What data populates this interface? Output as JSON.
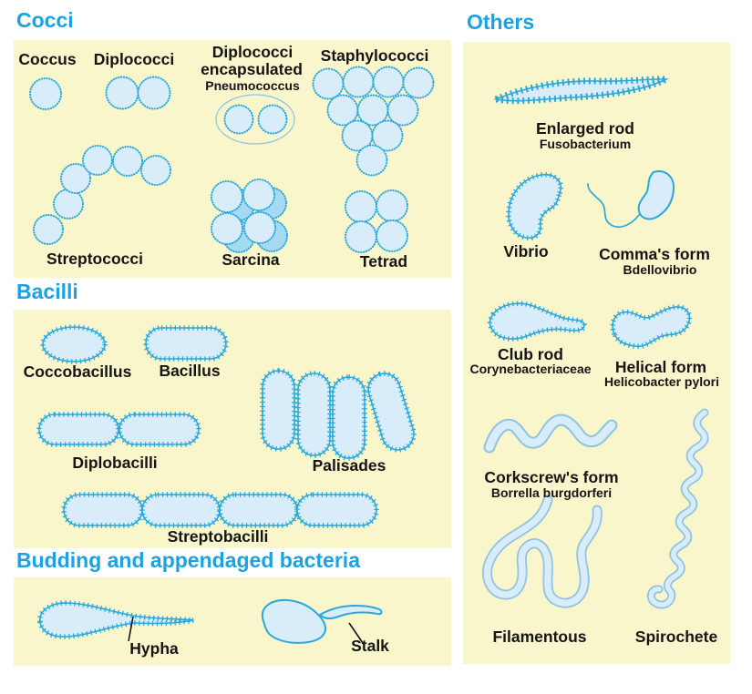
{
  "palette": {
    "section_header_blue": "#1BA2E0",
    "panel_yellow": "#FAF6CC",
    "shape_fill_light": "#D8EDF9",
    "shape_fill_dark": "#A6DAF3",
    "shape_stroke_cyan": "#2AA8DC",
    "soft_tube_stroke": "#8FC3E3",
    "label_black": "#151515"
  },
  "sections": {
    "cocci": {
      "title": "Cocci",
      "items": {
        "coccus": "Coccus",
        "diplococci": "Diplococci",
        "diplococci_encapsulated_line1": "Diplococci",
        "diplococci_encapsulated_line2": "encapsulated",
        "pneumococcus": "Pneumococcus",
        "staphylococci": "Staphylococci",
        "streptococci": "Streptococci",
        "sarcina": "Sarcina",
        "tetrad": "Tetrad"
      }
    },
    "bacilli": {
      "title": "Bacilli",
      "items": {
        "coccobacillus": "Coccobacillus",
        "bacillus": "Bacillus",
        "diplobacilli": "Diplobacilli",
        "palisades": "Palisades",
        "streptobacilli": "Streptobacilli"
      }
    },
    "budding": {
      "title": "Budding and appendaged bacteria",
      "items": {
        "hypha": "Hypha",
        "stalk": "Stalk"
      }
    },
    "others": {
      "title": "Others",
      "items": {
        "enlarged_rod": "Enlarged rod",
        "fusobacterium": "Fusobacterium",
        "vibrio": "Vibrio",
        "commas_form": "Comma's form",
        "bdellovibrio": "Bdellovibrio",
        "club_rod": "Club rod",
        "corynebacteriaceae": "Corynebacteriaceae",
        "helical_form": "Helical form",
        "helicobacter_pylori": "Helicobacter pylori",
        "corkscrews_form": "Corkscrew's form",
        "borrella_burgdorferi": "Borrella burgdorferi",
        "filamentous": "Filamentous",
        "spirochete": "Spirochete"
      }
    }
  }
}
